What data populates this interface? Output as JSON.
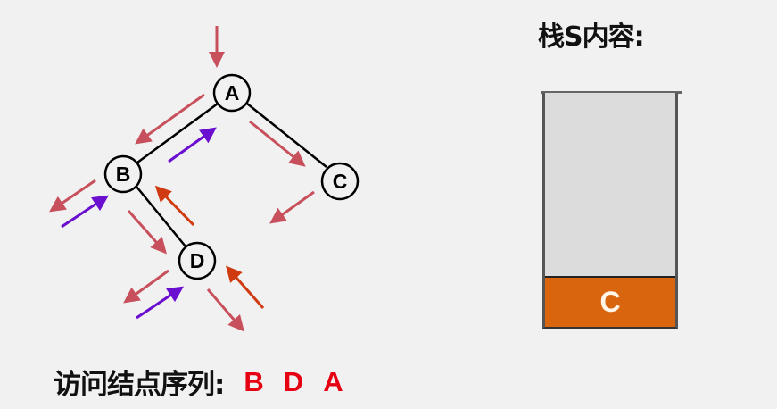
{
  "tree": {
    "nodes": [
      {
        "id": "A",
        "label": "A"
      },
      {
        "id": "B",
        "label": "B"
      },
      {
        "id": "C",
        "label": "C"
      },
      {
        "id": "D",
        "label": "D"
      }
    ],
    "edges": [
      [
        "A",
        "B"
      ],
      [
        "A",
        "C"
      ],
      [
        "B",
        "D"
      ]
    ]
  },
  "stack": {
    "title": "栈S内容:",
    "items": [
      "C"
    ]
  },
  "visit": {
    "label": "访问结点序列:",
    "sequence": [
      "B",
      "D",
      "A"
    ]
  },
  "colors": {
    "descend_arrow": "#c8505c",
    "return_arrow_left": "#6a0fd0",
    "return_arrow_right": "#d03a10",
    "stack_item": "#d9650e",
    "sequence_text": "#e60012"
  }
}
